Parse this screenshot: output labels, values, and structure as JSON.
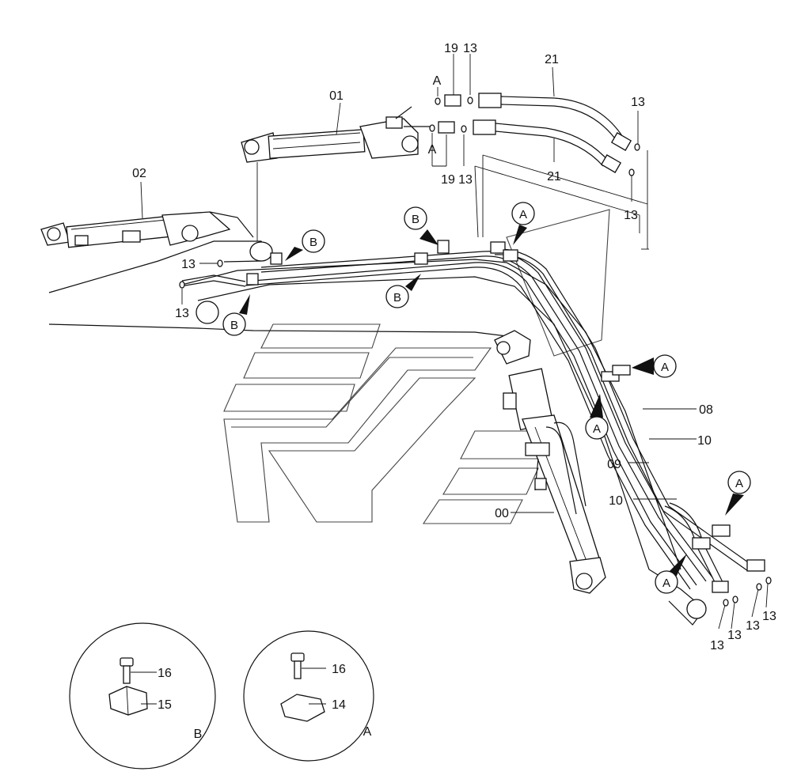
{
  "labels": {
    "p01": "01",
    "p02": "02",
    "p00": "00",
    "p08": "08",
    "p10a": "10",
    "p09": "09",
    "p10b": "10",
    "p19a": "19",
    "p13a": "13",
    "p19b": "19",
    "p13b": "13",
    "p21a": "21",
    "p21b": "21",
    "p13c": "13",
    "p13d": "13",
    "p13e": "13",
    "p13f": "13",
    "p13g": "13",
    "p13h": "13",
    "p13i": "13",
    "p13j": "13",
    "pA1": "A",
    "pA2": "A",
    "p16b": "16",
    "p15": "15",
    "p16a": "16",
    "p14": "14",
    "detailB": "B",
    "detailA": "A"
  },
  "callouts": {
    "b1": "B",
    "b2": "B",
    "b3": "B",
    "b4": "B",
    "a1": "A",
    "a2": "A",
    "a3": "A",
    "a4": "A",
    "a5": "A"
  }
}
